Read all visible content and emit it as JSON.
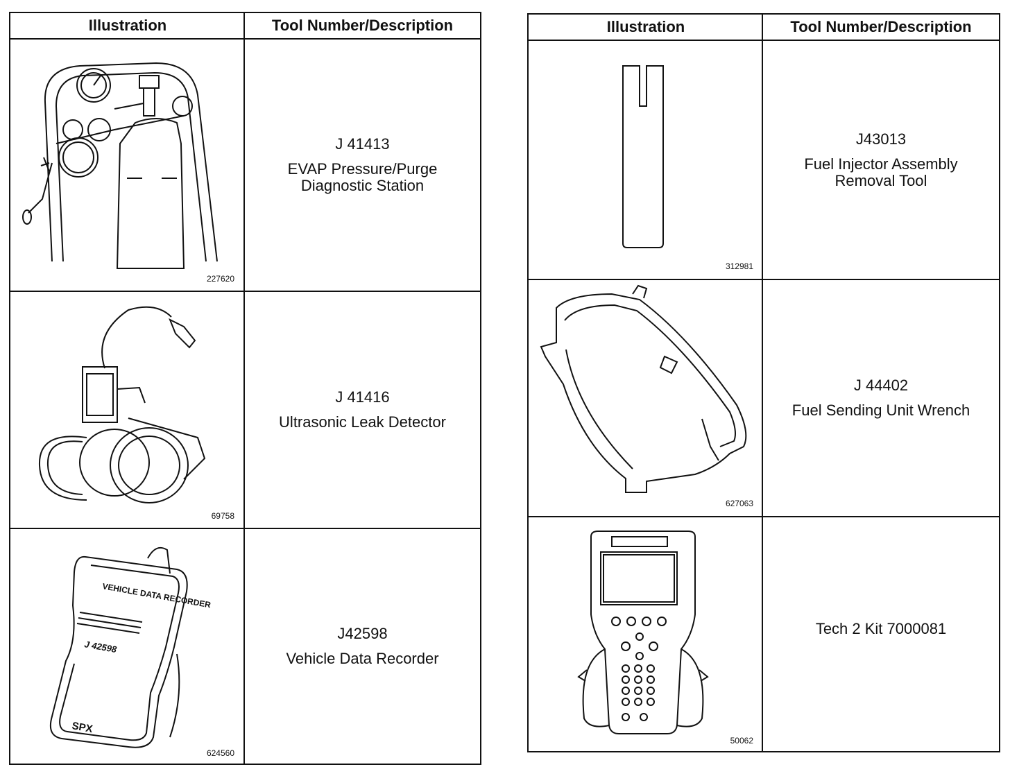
{
  "tables": [
    {
      "headers": {
        "illustration": "Illustration",
        "tool": "Tool Number/Description"
      },
      "rows": [
        {
          "figure_id": "227620",
          "tool_number": "J 41413",
          "description": "EVAP Pressure/Purge Diagnostic Station",
          "icon": "evap-station-icon"
        },
        {
          "figure_id": "69758",
          "tool_number": "J 41416",
          "description": "Ultrasonic Leak Detector",
          "icon": "leak-detector-icon"
        },
        {
          "figure_id": "624560",
          "tool_number": "J42598",
          "description": "Vehicle Data Recorder",
          "icon": "data-recorder-icon",
          "device_text": {
            "title": "VEHICLE DATA RECORDER",
            "model": "J 42598",
            "brand": "SPX"
          }
        }
      ]
    },
    {
      "headers": {
        "illustration": "Illustration",
        "tool": "Tool Number/Description"
      },
      "rows": [
        {
          "figure_id": "312981",
          "tool_number": "J43013",
          "description": "Fuel Injector Assembly Removal Tool",
          "icon": "injector-removal-tool-icon"
        },
        {
          "figure_id": "627063",
          "tool_number": "J 44402",
          "description": "Fuel Sending Unit Wrench",
          "icon": "sending-unit-wrench-icon"
        },
        {
          "figure_id": "50062",
          "tool_number": "",
          "description": "Tech 2 Kit 7000081",
          "icon": "tech2-scan-tool-icon"
        }
      ]
    }
  ]
}
